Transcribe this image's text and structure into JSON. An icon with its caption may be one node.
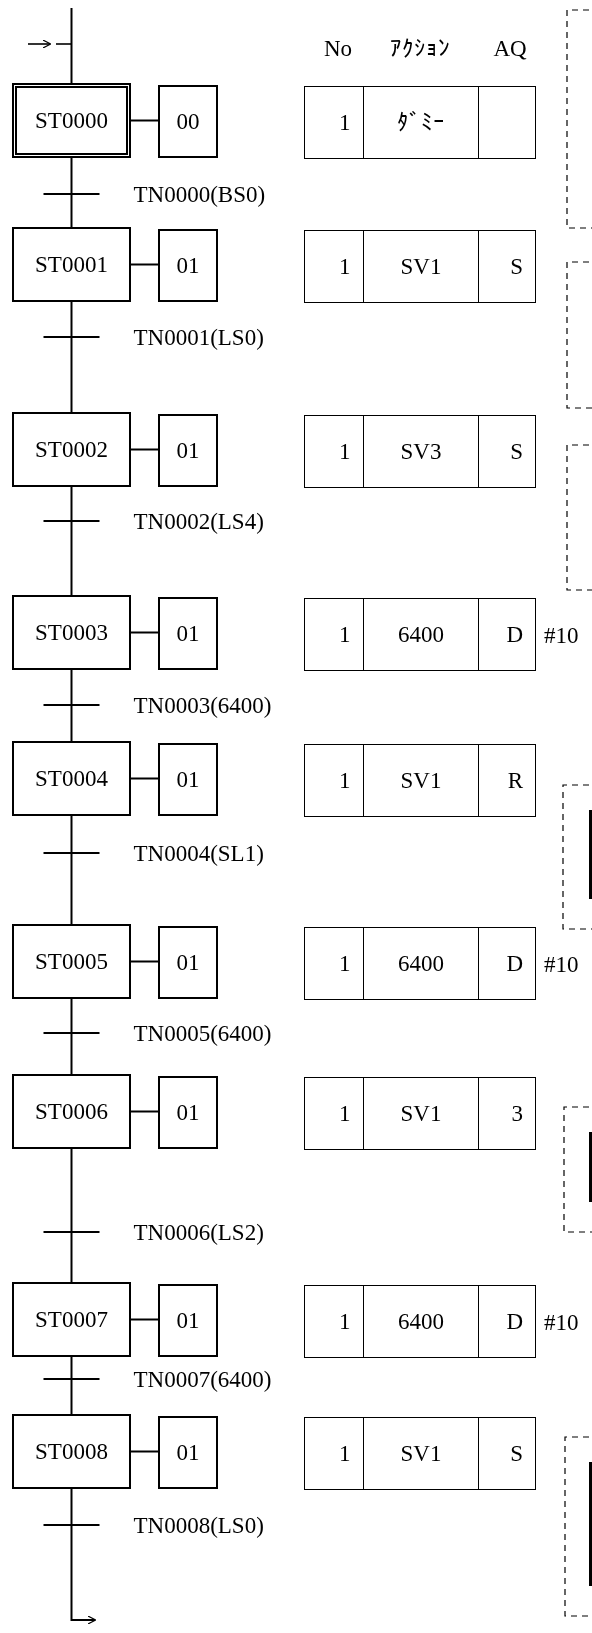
{
  "diagram": {
    "nodes": [
      {
        "text": [
          "ST0000"
        ]
      },
      {
        "text": [
          "00"
        ]
      },
      {
        "text": [
          "1",
          "ﾀﾞﾐｰ"
        ]
      },
      {
        "text": [
          "ST0001"
        ]
      },
      {
        "text": [
          "01"
        ]
      },
      {
        "text": [
          "1",
          "SV1",
          "S"
        ]
      },
      {
        "text": [
          "ST0002"
        ]
      },
      {
        "text": [
          "01"
        ]
      },
      {
        "text": [
          "1",
          "SV3",
          "S"
        ]
      },
      {
        "text": [
          "ST0003"
        ]
      },
      {
        "text": [
          "01"
        ]
      },
      {
        "text": [
          "1",
          "6400",
          "D"
        ],
        "beside": [
          "#10"
        ]
      },
      {
        "text": [
          "ST0004"
        ]
      },
      {
        "text": [
          "01"
        ]
      },
      {
        "text": [
          "1",
          "SV1",
          "R"
        ]
      },
      {
        "text": [
          "ST0005"
        ]
      },
      {
        "text": [
          "01"
        ]
      },
      {
        "text": [
          "1",
          "6400",
          "D"
        ],
        "beside": [
          "#10"
        ]
      },
      {
        "text": [
          "ST0006"
        ]
      },
      {
        "text": [
          "01"
        ]
      },
      {
        "text": [
          "1",
          "SV1",
          "3"
        ]
      },
      {
        "text": [
          "ST0007"
        ]
      },
      {
        "text": [
          "01"
        ]
      },
      {
        "text": [
          "1",
          "6400",
          "D"
        ],
        "beside": [
          "#10"
        ]
      },
      {
        "text": [
          "ST0008"
        ]
      },
      {
        "text": [
          "01"
        ]
      },
      {
        "text": [
          "1",
          "SV1",
          "S"
        ]
      }
    ],
    "edges": [
      {
        "from": null,
        "to": 0,
        "arrow": "none"
      },
      {
        "from": 0,
        "to": 1,
        "arrow": "none"
      },
      {
        "from": 0,
        "to": 3,
        "arrow": "none",
        "label": "TN0000(BS0)"
      },
      {
        "from": 3,
        "to": 4,
        "arrow": "none"
      },
      {
        "from": 3,
        "to": 6,
        "arrow": "none",
        "label": "TN0001(LS0)"
      },
      {
        "from": 6,
        "to": 7,
        "arrow": "none"
      },
      {
        "from": 6,
        "to": 9,
        "arrow": "none",
        "label": "TN0002(LS4)"
      },
      {
        "from": 9,
        "to": 10,
        "arrow": "none"
      },
      {
        "from": 9,
        "to": 12,
        "arrow": "none",
        "label": "TN0003(6400)"
      },
      {
        "from": 12,
        "to": 13,
        "arrow": "none"
      },
      {
        "from": 12,
        "to": 15,
        "arrow": "none",
        "label": "TN0004(SL1)"
      },
      {
        "from": 15,
        "to": 16,
        "arrow": "none"
      },
      {
        "from": 15,
        "to": 18,
        "arrow": "none",
        "label": "TN0005(6400)"
      },
      {
        "from": 18,
        "to": 19,
        "arrow": "none"
      },
      {
        "from": 18,
        "to": 21,
        "arrow": "none",
        "label": "TN0006(LS2)"
      },
      {
        "from": 21,
        "to": 22,
        "arrow": "none"
      },
      {
        "from": 21,
        "to": 24,
        "arrow": "none",
        "label": "TN0007(6400)"
      },
      {
        "from": 24,
        "to": 25,
        "arrow": "none"
      },
      {
        "from": 24,
        "to": null,
        "arrow": "to",
        "label": "TN0008(LS0)"
      }
    ],
    "labels": [
      "No",
      "ｱｸｼｮﾝ",
      "AQ"
    ]
  }
}
